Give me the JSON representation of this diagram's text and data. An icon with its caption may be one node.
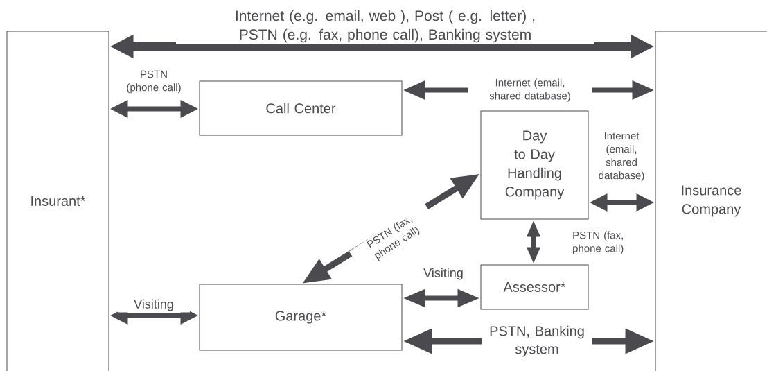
{
  "diagram": {
    "nodes": [
      {
        "text": [
          "Insurant*"
        ]
      },
      {
        "text": [
          "Insurance Company"
        ]
      },
      {
        "text": [
          "Call Center"
        ]
      },
      {
        "text": [
          "Day to Day Handling Company"
        ]
      },
      {
        "text": [
          "Garage*"
        ]
      },
      {
        "text": [
          "Assessor*"
        ]
      }
    ],
    "edges": [
      {
        "from": 0,
        "to": 1,
        "arrow": "both",
        "label": "Internet (e.g. email, web ), Post ( e.g. letter) , PSTN (e.g. fax, phone call), Banking system"
      },
      {
        "from": 0,
        "to": 2,
        "arrow": "both",
        "label": "PSTN (phone call)"
      },
      {
        "from": 2,
        "to": 1,
        "arrow": "both",
        "label": "Internet (email, shared database)"
      },
      {
        "from": 3,
        "to": 1,
        "arrow": "both",
        "label": "Internet (email, shared database)"
      },
      {
        "from": 3,
        "to": 4,
        "arrow": "both",
        "label": "PSTN (fax, phone call)"
      },
      {
        "from": 3,
        "to": 5,
        "arrow": "both",
        "label": "PSTN (fax, phone call)"
      },
      {
        "from": 0,
        "to": 4,
        "arrow": "both",
        "label": "Visiting"
      },
      {
        "from": 4,
        "to": 5,
        "arrow": "both",
        "label": "Visiting"
      },
      {
        "from": 4,
        "to": 1,
        "arrow": "both",
        "label": "PSTN, Banking system"
      }
    ]
  }
}
